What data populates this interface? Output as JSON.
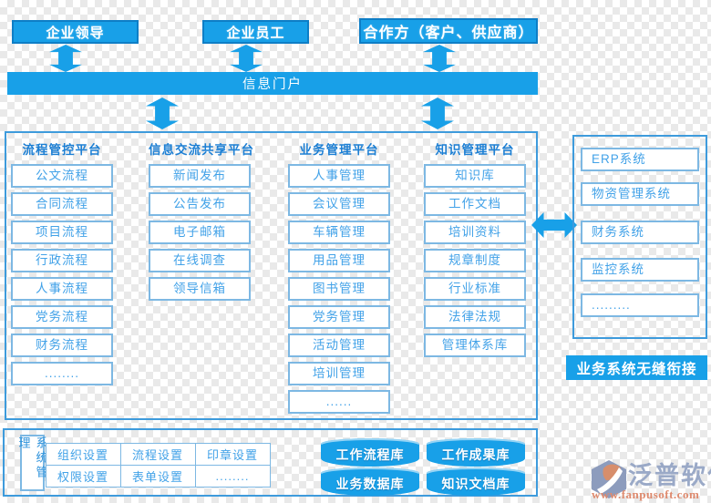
{
  "colors": {
    "accent_blue": "#18A0E8",
    "border_dark_blue": "#0E7EC6",
    "frame_border": "#3E9BDC",
    "item_border": "#7DB8E3",
    "item_text": "#42A2E8",
    "header_text": "#1C7FD4",
    "logo_name": "#9AA9C7",
    "logo_url": "#DE8A6E"
  },
  "top_row": {
    "leaders": "企业领导",
    "employees": "企业员工",
    "partners": "合作方（客户、供应商）"
  },
  "portal": {
    "label": "信息门户"
  },
  "platforms": {
    "columns": [
      {
        "header": "流程管控平台",
        "items": [
          "公文流程",
          "合同流程",
          "项目流程",
          "行政流程",
          "人事流程",
          "党务流程",
          "财务流程",
          "........"
        ]
      },
      {
        "header": "信息交流共享平台",
        "items": [
          "新闻发布",
          "公告发布",
          "电子邮箱",
          "在线调查",
          "领导信箱"
        ]
      },
      {
        "header": "业务管理平台",
        "items": [
          "人事管理",
          "会议管理",
          "车辆管理",
          "用品管理",
          "图书管理",
          "党务管理",
          "活动管理",
          "培训管理",
          "......"
        ]
      },
      {
        "header": "知识管理平台",
        "items": [
          "知识库",
          "工作文档",
          "培训资料",
          "规章制度",
          "行业标准",
          "法律法规",
          "管理体系库"
        ]
      }
    ]
  },
  "external_systems": {
    "items": [
      "ERP系统",
      "物资管理系统",
      "财务系统",
      "监控系统",
      "........."
    ],
    "caption": "业务系统无缝衔接"
  },
  "system_management": {
    "label": "系统管理",
    "cells": [
      "组织设置",
      "流程设置",
      "印章设置",
      "权限设置",
      "表单设置",
      "........"
    ]
  },
  "databases": [
    "工作流程库",
    "工作成果库",
    "业务数据库",
    "知识文档库"
  ],
  "logo": {
    "name": "泛普软件",
    "url": "www.fanpusoft.com"
  }
}
